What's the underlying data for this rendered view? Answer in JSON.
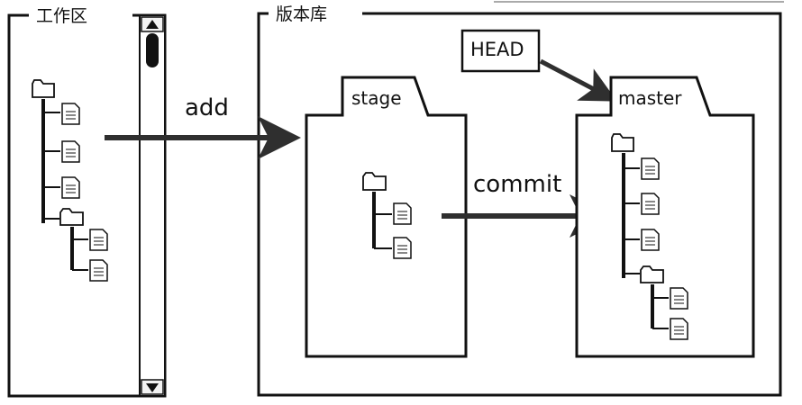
{
  "workspace": {
    "title": "工作区"
  },
  "repository": {
    "title": "版本库"
  },
  "actions": {
    "add": "add",
    "commit": "commit"
  },
  "stage": {
    "label": "stage"
  },
  "master": {
    "label": "master"
  },
  "head": {
    "label": "HEAD"
  },
  "scrollbar": {
    "up_arrow": "▲",
    "down_arrow": "▼"
  },
  "icons": {
    "folder": "folder-icon",
    "file": "file-icon"
  }
}
